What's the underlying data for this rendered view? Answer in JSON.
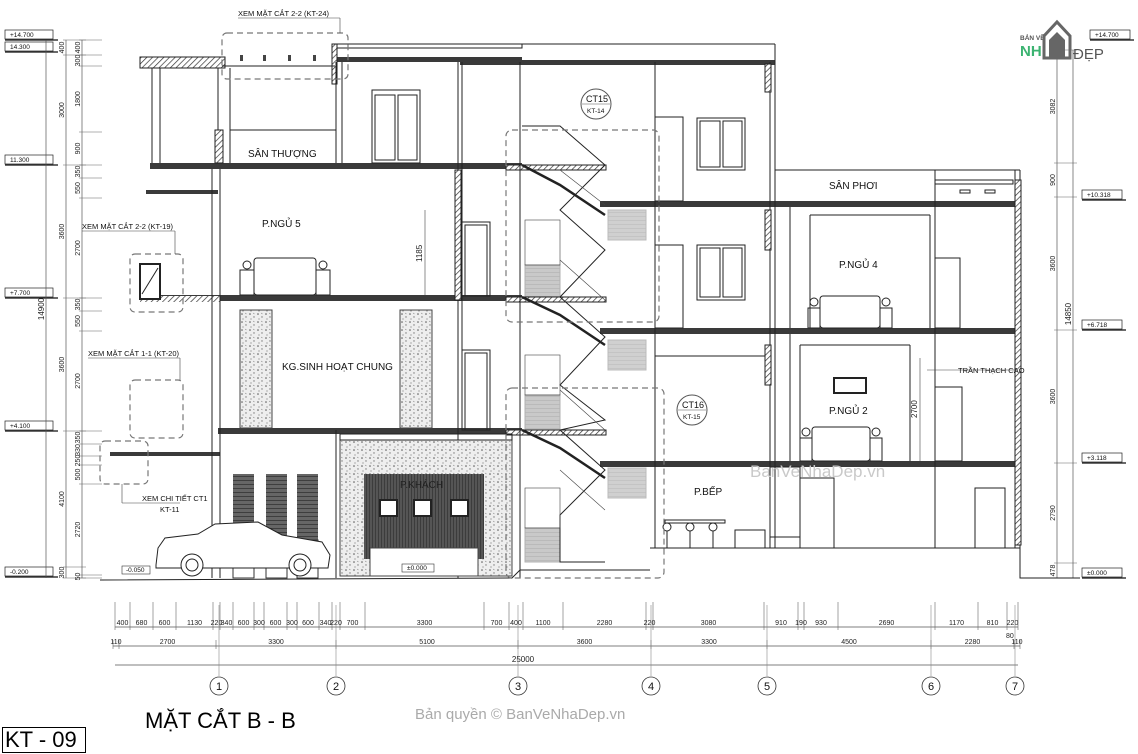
{
  "drawing": {
    "sheet_code": "KT - 09",
    "title": "MẶT CẮT B - B",
    "copyright": "Bản quyền © BanVeNhaDep.vn",
    "watermark": "BanVeNhaDep.vn",
    "logo": {
      "line1": "BẢN VẼ",
      "line2a": "NH",
      "line2b": "ĐẸP"
    }
  },
  "rooms": {
    "san_thuong": "SÂN THƯỢNG",
    "p_ngu_5": "P.NGỦ 5",
    "kg_sinh_hoat": "KG.SINH HOẠT CHUNG",
    "p_khach": "P.KHÁCH",
    "san_phoi": "SÂN PHƠI",
    "p_ngu_4": "P.NGỦ 4",
    "p_ngu_2": "P.NGỦ 2",
    "p_bep": "P.BẾP"
  },
  "notes": {
    "mc22_kt24": "XEM MẶT CẮT 2-2 (KT-24)",
    "mc22_kt19": "XEM MẶT CẮT 2-2 (KT-19)",
    "mc11_kt20": "XEM MẶT CẮT 1-1 (KT-20)",
    "ct1_line1": "XEM CHI TIẾT CT1",
    "ct1_line2": "KT-11",
    "tran_thach_cao": "TRẦN THẠCH CAO",
    "h1185": "1185",
    "h2700": "2700",
    "lvl_0050": "-0.050",
    "lvl_0000_inside": "±0.000"
  },
  "callouts": [
    {
      "code": "CT15",
      "sheet": "KT-14"
    },
    {
      "code": "CT16",
      "sheet": "KT-15"
    }
  ],
  "levels_left": [
    "+14.700",
    "14.300",
    "11.300",
    "+7.700",
    "+4.100",
    "-0.200"
  ],
  "levels_right": [
    "+14.700",
    "+10.318",
    "+6.718",
    "+3.118",
    "±0.000"
  ],
  "vdims": {
    "left_total": "14900",
    "left_mid": [
      "400",
      "3000",
      "3600",
      "3600",
      "4100",
      "300"
    ],
    "left_inner": [
      "400",
      "300",
      "1800",
      "900",
      "350",
      "550",
      "2700",
      "350",
      "550",
      "2700",
      "350",
      "330",
      "250",
      "500",
      "2720",
      "50"
    ],
    "right_total": "14850",
    "right": [
      "3082",
      "900",
      "3600",
      "3600",
      "2790",
      "478"
    ]
  },
  "hdims": {
    "row1": [
      "400",
      "680",
      "600",
      "1130",
      "220",
      "340",
      "600",
      "300",
      "600",
      "300",
      "600",
      "340",
      "220",
      "700",
      "3300",
      "700",
      "400",
      "1100",
      "2280",
      "220",
      "3080",
      "910",
      "190",
      "930",
      "2690",
      "1170",
      "810",
      "220"
    ],
    "row2": [
      "110",
      "2700",
      "3300",
      "5100",
      "3600",
      "3300",
      "4500",
      "2280",
      "110"
    ],
    "row2_extra": "80",
    "total": "25000"
  },
  "grid_axes": [
    "1",
    "2",
    "3",
    "4",
    "5",
    "6",
    "7"
  ]
}
